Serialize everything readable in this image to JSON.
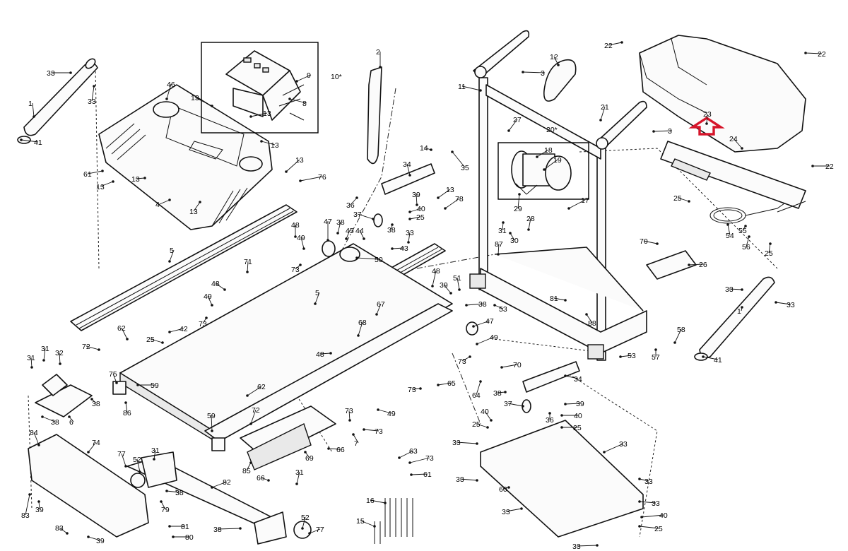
{
  "inset_labels": {
    "console_assembly": "10*",
    "motor_assembly": "20*"
  },
  "callouts": [
    {
      "id": "c-33a",
      "text": "33"
    },
    {
      "id": "c-1a",
      "text": "1"
    },
    {
      "id": "c-33b",
      "text": "33"
    },
    {
      "id": "c-41a",
      "text": "41"
    },
    {
      "id": "c-46",
      "text": "46"
    },
    {
      "id": "c-13a",
      "text": "13"
    },
    {
      "id": "c-13b",
      "text": "13"
    },
    {
      "id": "c-13c",
      "text": "13"
    },
    {
      "id": "c-61a",
      "text": "61"
    },
    {
      "id": "c-13d",
      "text": "13"
    },
    {
      "id": "c-13e",
      "text": "13"
    },
    {
      "id": "c-4",
      "text": "4"
    },
    {
      "id": "c-13f",
      "text": "13"
    },
    {
      "id": "c-13g",
      "text": "13"
    },
    {
      "id": "c-76",
      "text": "76"
    },
    {
      "id": "c-9",
      "text": "9"
    },
    {
      "id": "c-8",
      "text": "8"
    },
    {
      "id": "c-2",
      "text": "2"
    },
    {
      "id": "c-11",
      "text": "11"
    },
    {
      "id": "c-3a",
      "text": "3"
    },
    {
      "id": "c-12",
      "text": "12"
    },
    {
      "id": "c-3b",
      "text": "3"
    },
    {
      "id": "c-21",
      "text": "21"
    },
    {
      "id": "c-22a",
      "text": "22"
    },
    {
      "id": "c-22b",
      "text": "22"
    },
    {
      "id": "c-22c",
      "text": "22"
    },
    {
      "id": "c-23",
      "text": "23"
    },
    {
      "id": "c-24",
      "text": "24"
    },
    {
      "id": "c-27",
      "text": "27"
    },
    {
      "id": "c-18",
      "text": "18"
    },
    {
      "id": "c-19",
      "text": "19"
    },
    {
      "id": "c-29",
      "text": "29"
    },
    {
      "id": "c-17",
      "text": "17"
    },
    {
      "id": "c-14",
      "text": "14"
    },
    {
      "id": "c-35",
      "text": "35"
    },
    {
      "id": "c-34a",
      "text": "34"
    },
    {
      "id": "c-36a",
      "text": "36"
    },
    {
      "id": "c-39a",
      "text": "39"
    },
    {
      "id": "c-13h",
      "text": "13"
    },
    {
      "id": "c-78",
      "text": "78"
    },
    {
      "id": "c-40a",
      "text": "40"
    },
    {
      "id": "c-25a",
      "text": "25"
    },
    {
      "id": "c-37a",
      "text": "37"
    },
    {
      "id": "c-38a",
      "text": "38"
    },
    {
      "id": "c-33c",
      "text": "33"
    },
    {
      "id": "c-43",
      "text": "43"
    },
    {
      "id": "c-48a",
      "text": "48"
    },
    {
      "id": "c-47a",
      "text": "47"
    },
    {
      "id": "c-38b",
      "text": "38"
    },
    {
      "id": "c-45",
      "text": "45"
    },
    {
      "id": "c-44",
      "text": "44"
    },
    {
      "id": "c-49a",
      "text": "49"
    },
    {
      "id": "c-50",
      "text": "50"
    },
    {
      "id": "c-73a",
      "text": "73"
    },
    {
      "id": "c-71",
      "text": "71"
    },
    {
      "id": "c-5a",
      "text": "5"
    },
    {
      "id": "c-31a",
      "text": "31"
    },
    {
      "id": "c-30",
      "text": "30"
    },
    {
      "id": "c-28",
      "text": "28"
    },
    {
      "id": "c-87",
      "text": "87"
    },
    {
      "id": "c-25b",
      "text": "25"
    },
    {
      "id": "c-54",
      "text": "54"
    },
    {
      "id": "c-55",
      "text": "55"
    },
    {
      "id": "c-56",
      "text": "56"
    },
    {
      "id": "c-25c",
      "text": "25"
    },
    {
      "id": "c-70a",
      "text": "70"
    },
    {
      "id": "c-26",
      "text": "26"
    },
    {
      "id": "c-33d",
      "text": "33"
    },
    {
      "id": "c-1b",
      "text": "1"
    },
    {
      "id": "c-33e",
      "text": "33"
    },
    {
      "id": "c-41b",
      "text": "41"
    },
    {
      "id": "c-58",
      "text": "58"
    },
    {
      "id": "c-57",
      "text": "57"
    },
    {
      "id": "c-53a",
      "text": "53"
    },
    {
      "id": "c-81a",
      "text": "81"
    },
    {
      "id": "c-88",
      "text": "88"
    },
    {
      "id": "c-48b",
      "text": "48"
    },
    {
      "id": "c-48c",
      "text": "48"
    },
    {
      "id": "c-5b",
      "text": "5"
    },
    {
      "id": "c-49b",
      "text": "49"
    },
    {
      "id": "c-73b",
      "text": "73"
    },
    {
      "id": "c-67",
      "text": "67"
    },
    {
      "id": "c-51",
      "text": "51"
    },
    {
      "id": "c-39b",
      "text": "39"
    },
    {
      "id": "c-38c",
      "text": "38"
    },
    {
      "id": "c-53b",
      "text": "53"
    },
    {
      "id": "c-47b",
      "text": "47"
    },
    {
      "id": "c-49c",
      "text": "49"
    },
    {
      "id": "c-73c",
      "text": "73"
    },
    {
      "id": "c-70b",
      "text": "70"
    },
    {
      "id": "c-64",
      "text": "64"
    },
    {
      "id": "c-38d",
      "text": "38"
    },
    {
      "id": "c-34b",
      "text": "34"
    },
    {
      "id": "c-65",
      "text": "65"
    },
    {
      "id": "c-73d",
      "text": "73"
    },
    {
      "id": "c-68",
      "text": "68"
    },
    {
      "id": "c-48d",
      "text": "48"
    },
    {
      "id": "c-42",
      "text": "42"
    },
    {
      "id": "c-25d",
      "text": "25"
    },
    {
      "id": "c-62a",
      "text": "62"
    },
    {
      "id": "c-72a",
      "text": "72"
    },
    {
      "id": "c-31b",
      "text": "31"
    },
    {
      "id": "c-32",
      "text": "32"
    },
    {
      "id": "c-31c",
      "text": "31"
    },
    {
      "id": "c-75",
      "text": "75"
    },
    {
      "id": "c-59a",
      "text": "59"
    },
    {
      "id": "c-86",
      "text": "86"
    },
    {
      "id": "c-38e",
      "text": "38"
    },
    {
      "id": "c-6",
      "text": "6"
    },
    {
      "id": "c-38f",
      "text": "38"
    },
    {
      "id": "c-62b",
      "text": "62"
    },
    {
      "id": "c-72b",
      "text": "72"
    },
    {
      "id": "c-59b",
      "text": "59"
    },
    {
      "id": "c-73e",
      "text": "73"
    },
    {
      "id": "c-49d",
      "text": "49"
    },
    {
      "id": "c-73f",
      "text": "73"
    },
    {
      "id": "c-7",
      "text": "7"
    },
    {
      "id": "c-66a",
      "text": "66"
    },
    {
      "id": "c-69",
      "text": "69"
    },
    {
      "id": "c-85",
      "text": "85"
    },
    {
      "id": "c-66b",
      "text": "66"
    },
    {
      "id": "c-31d",
      "text": "31"
    },
    {
      "id": "c-84",
      "text": "84"
    },
    {
      "id": "c-74",
      "text": "74"
    },
    {
      "id": "c-77a",
      "text": "77"
    },
    {
      "id": "c-52a",
      "text": "52"
    },
    {
      "id": "c-31e",
      "text": "31"
    },
    {
      "id": "c-82",
      "text": "82"
    },
    {
      "id": "c-38g",
      "text": "38"
    },
    {
      "id": "c-79",
      "text": "79"
    },
    {
      "id": "c-83a",
      "text": "83"
    },
    {
      "id": "c-39c",
      "text": "39"
    },
    {
      "id": "c-81b",
      "text": "81"
    },
    {
      "id": "c-80",
      "text": "80"
    },
    {
      "id": "c-83b",
      "text": "83"
    },
    {
      "id": "c-39d",
      "text": "39"
    },
    {
      "id": "c-38h",
      "text": "38"
    },
    {
      "id": "c-52b",
      "text": "52"
    },
    {
      "id": "c-77b",
      "text": "77"
    },
    {
      "id": "c-63",
      "text": "63"
    },
    {
      "id": "c-73g",
      "text": "73"
    },
    {
      "id": "c-61b",
      "text": "61"
    },
    {
      "id": "c-16",
      "text": "16"
    },
    {
      "id": "c-15",
      "text": "15"
    },
    {
      "id": "c-40b",
      "text": "40"
    },
    {
      "id": "c-25e",
      "text": "25"
    },
    {
      "id": "c-33f",
      "text": "33"
    },
    {
      "id": "c-33g",
      "text": "33"
    },
    {
      "id": "c-33h",
      "text": "33"
    },
    {
      "id": "c-60",
      "text": "60"
    },
    {
      "id": "c-33i",
      "text": "33"
    },
    {
      "id": "c-33j",
      "text": "33"
    },
    {
      "id": "c-40c",
      "text": "40"
    },
    {
      "id": "c-25f",
      "text": "25"
    },
    {
      "id": "c-33k",
      "text": "33"
    },
    {
      "id": "c-33l",
      "text": "33"
    },
    {
      "id": "c-37b",
      "text": "37"
    },
    {
      "id": "c-36b",
      "text": "36"
    },
    {
      "id": "c-39e",
      "text": "39"
    },
    {
      "id": "c-40d",
      "text": "40"
    },
    {
      "id": "c-25g",
      "text": "25"
    }
  ]
}
